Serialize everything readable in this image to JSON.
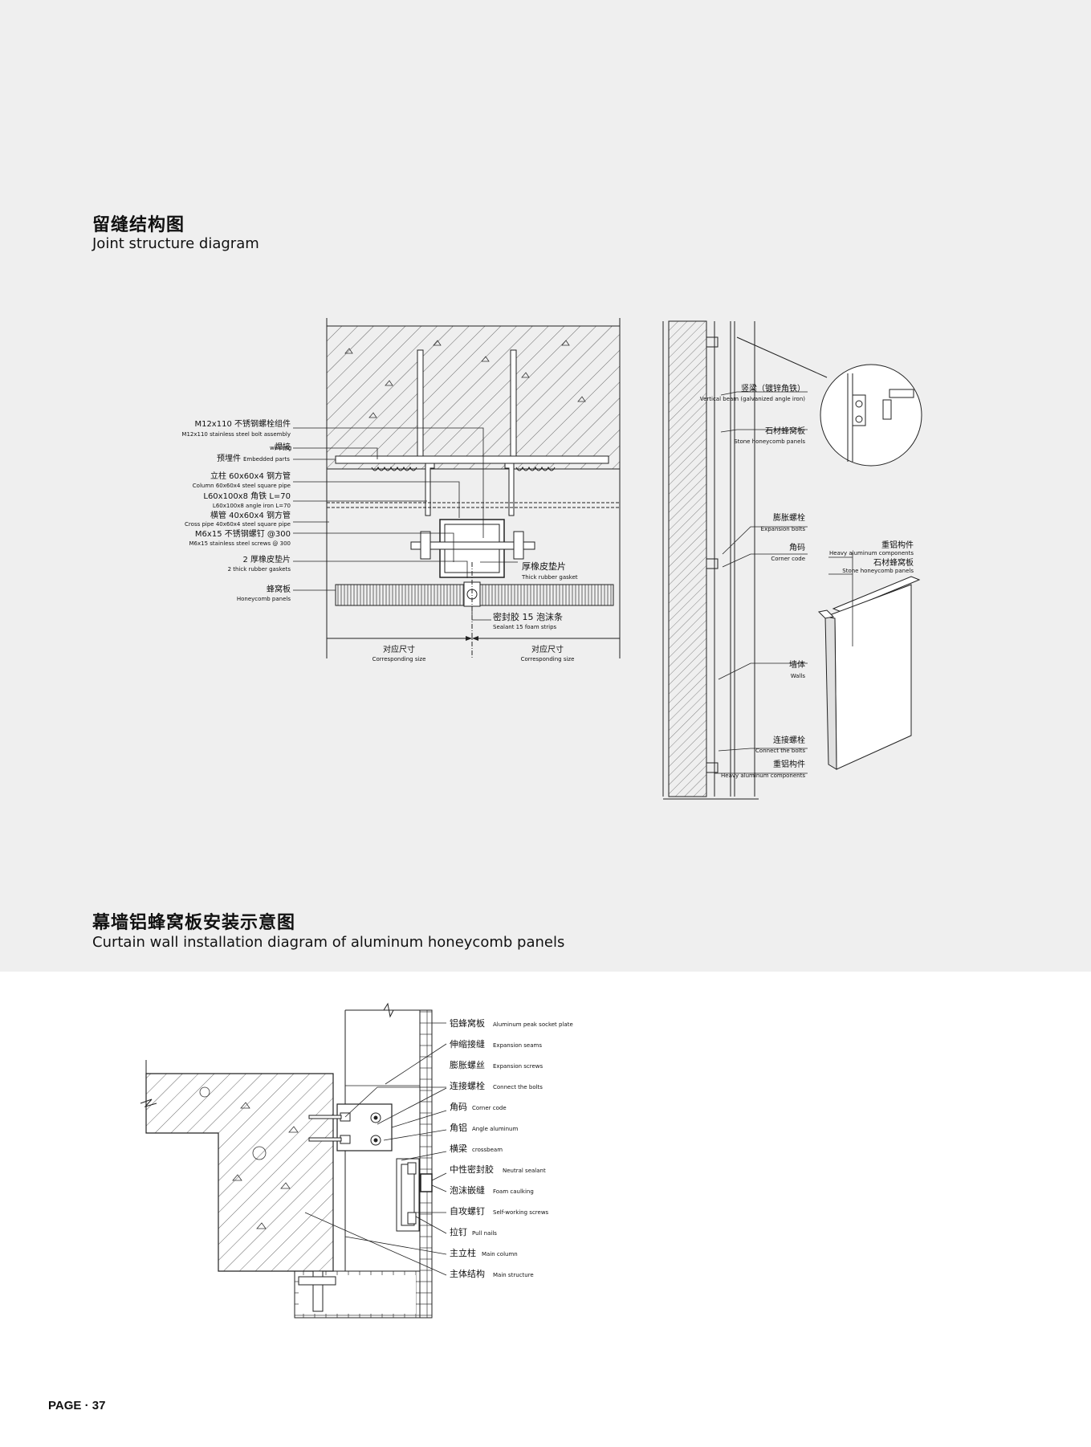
{
  "sections": {
    "joint": {
      "title_cn": "留缝结构图",
      "title_en": "Joint structure diagram"
    },
    "curtain": {
      "title_cn": "幕墙铝蜂窝板安装示意图",
      "title_en": "Curtain wall installation diagram of aluminum honeycomb panels"
    }
  },
  "page_label": "PAGE · 37",
  "joint_diagram": {
    "labels": [
      {
        "cn": "M12x110 不锈钢螺栓组件",
        "en": "M12x110 stainless steel bolt assembly"
      },
      {
        "cn": "焊接",
        "en": "welding"
      },
      {
        "cn": "预埋件",
        "en": "Embedded parts"
      },
      {
        "cn": "立柱 60x60x4 钢方管",
        "en": "Column 60x60x4 steel square pipe"
      },
      {
        "cn": "L60x100x8 角铁 L=70",
        "en": "L60x100x8 angle iron L=70"
      },
      {
        "cn": "横管 40x60x4 钢方管",
        "en": "Cross pipe 40x60x4 steel square pipe"
      },
      {
        "cn": "M6x15 不锈钢螺钉 @300",
        "en": "M6x15 stainless steel screws @ 300"
      },
      {
        "cn": "2 厚橡皮垫片",
        "en": "2 thick rubber gaskets"
      },
      {
        "cn": "蜂窝板",
        "en": "Honeycomb panels"
      }
    ],
    "gasket": {
      "cn": "厚橡皮垫片",
      "en": "Thick rubber gasket"
    },
    "sealant": {
      "cn": "密封胶 15 泡沫条",
      "en": "Sealant 15 foam strips"
    },
    "dim_left": {
      "cn": "对应尺寸",
      "en": "Corresponding size"
    },
    "dim_right": {
      "cn": "对应尺寸",
      "en": "Corresponding size"
    }
  },
  "wall_section": {
    "labels": [
      {
        "cn": "竖梁（镀锌角铁）",
        "en": "Vertical beam (galvanized angle iron)"
      },
      {
        "cn": "石材蜂窝板",
        "en": "Stone honeycomb panels"
      },
      {
        "cn": "膨胀螺栓",
        "en": "Expansion bolts"
      },
      {
        "cn": "角码",
        "en": "Corner code"
      },
      {
        "cn": "墙体",
        "en": "Walls"
      },
      {
        "cn": "连接螺栓",
        "en": "Connect the bolts"
      },
      {
        "cn": "重铝构件",
        "en": "Heavy aluminum components"
      }
    ],
    "panel_labels": [
      {
        "cn": "重铝构件",
        "en": "Heavy aluminum components"
      },
      {
        "cn": "石材蜂窝板",
        "en": "Stone honeycomb panels"
      }
    ]
  },
  "install_diagram": {
    "labels": [
      {
        "cn": "铝蜂窝板",
        "en": "Aluminum peak socket plate"
      },
      {
        "cn": "伸缩接缝",
        "en": "Expansion seams"
      },
      {
        "cn": "膨胀螺丝",
        "en": "Expansion screws"
      },
      {
        "cn": "连接螺栓",
        "en": "Connect the bolts"
      },
      {
        "cn": "角码",
        "en": "Corner code"
      },
      {
        "cn": "角铝",
        "en": "Angle aluminum"
      },
      {
        "cn": "横梁",
        "en": "crossbeam"
      },
      {
        "cn": "中性密封胶",
        "en": "Neutral sealant"
      },
      {
        "cn": "泡沫嵌缝",
        "en": "Foam caulking"
      },
      {
        "cn": "自攻螺钉",
        "en": "Self-working screws"
      },
      {
        "cn": "拉钉",
        "en": "Pull nails"
      },
      {
        "cn": "主立柱",
        "en": "Main column"
      },
      {
        "cn": "主体结构",
        "en": "Main structure"
      }
    ]
  }
}
